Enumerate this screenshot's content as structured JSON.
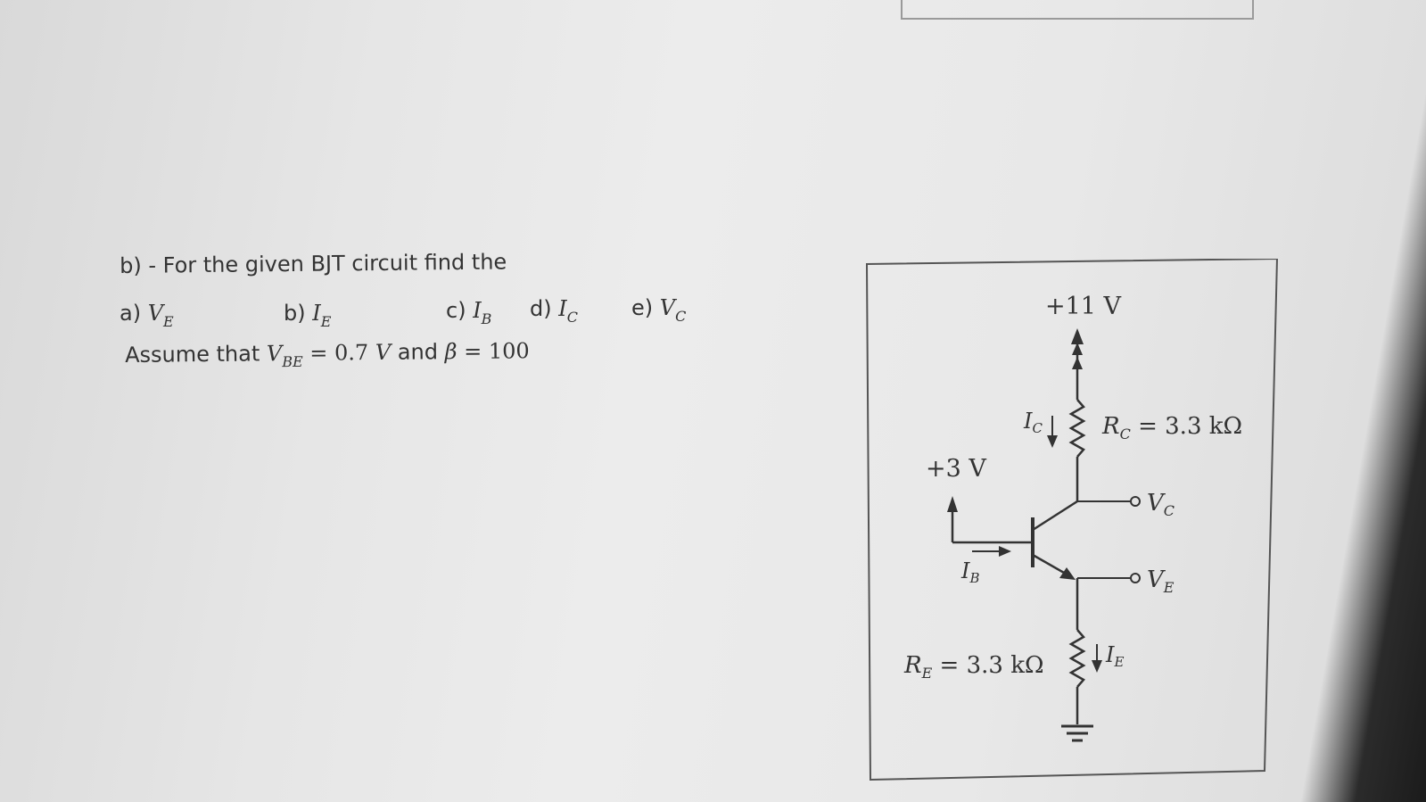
{
  "question": {
    "title": "b) - For the given BJT circuit find the",
    "parts": [
      {
        "label": "a) ",
        "var": "V",
        "sub": "E"
      },
      {
        "label": "b) ",
        "var": "I",
        "sub": "E"
      },
      {
        "label": "c) ",
        "var": "I",
        "sub": "B"
      },
      {
        "label": "d) ",
        "var": "I",
        "sub": "C"
      },
      {
        "label": "e) ",
        "var": "V",
        "sub": "C"
      }
    ],
    "assume_prefix": "Assume that ",
    "assume_var": "V",
    "assume_sub": "BE",
    "assume_vbe": " = 0.7 ",
    "assume_unit": "V",
    "assume_and": " and ",
    "assume_beta": "β",
    "assume_beta_value": " = 100"
  },
  "circuit": {
    "supply_label": "+11 V",
    "base_source_label": "+3 V",
    "rc_label_var": "R",
    "rc_label_sub": "C",
    "rc_value": " = 3.3 kΩ",
    "re_label_var": "R",
    "re_label_sub": "E",
    "re_value": " = 3.3 kΩ",
    "ic_var": "I",
    "ic_sub": "C",
    "ib_var": "I",
    "ib_sub": "B",
    "ie_var": "I",
    "ie_sub": "E",
    "vc_var": "V",
    "vc_sub": "C",
    "ve_var": "V",
    "ve_sub": "E"
  }
}
